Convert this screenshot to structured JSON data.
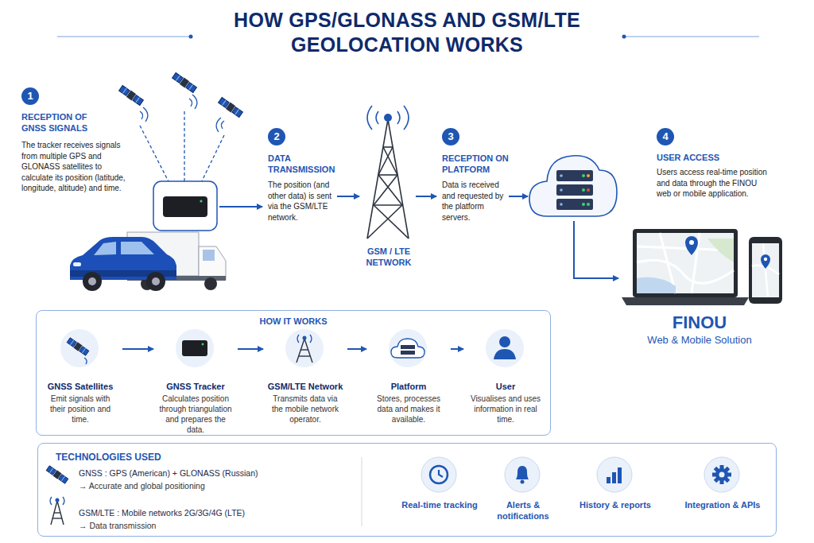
{
  "diagram": {
    "title": "HOW GPS/GLONASS AND GSM/LTE GEOLOCATION WORKS",
    "nodes": [
      {
        "text": [
          "1"
        ]
      },
      {
        "text": [
          "2"
        ]
      },
      {
        "text": [
          "3"
        ]
      },
      {
        "text": [
          "4"
        ]
      },
      {
        "text": [
          "HOW IT WORKS"
        ]
      },
      {
        "text": [
          "GNSS Satellites",
          "Emit signals with their position and time."
        ],
        "in": 4
      },
      {
        "text": [
          "GNSS Tracker",
          "Calculates position through triangulation and prepares the data."
        ],
        "in": 4
      },
      {
        "text": [
          "GSM/LTE Network",
          "Transmits data via the mobile network operator."
        ],
        "in": 4
      },
      {
        "text": [
          "Platform",
          "Stores, processes data and makes it available."
        ],
        "in": 4
      },
      {
        "text": [
          "User",
          "Visualises and uses information in real time."
        ],
        "in": 4
      },
      {
        "text": [
          "TECHNOLOGIES USED",
          "GNSS : GPS (American) + GLONASS (Russian)",
          "→ Accurate and global positioning",
          "GSM/LTE : Mobile networks 2G/3G/4G (LTE)",
          "→ Data transmission"
        ]
      },
      {
        "text": [
          "Real-time tracking"
        ],
        "in": 10
      },
      {
        "text": [
          "Alerts & notifications"
        ],
        "in": 10
      },
      {
        "text": [
          "History & reports"
        ],
        "in": 10
      },
      {
        "text": [
          "Integration & APIs"
        ],
        "in": 10
      }
    ],
    "edges": [
      {
        "from": 5,
        "to": 6,
        "arrow": "to"
      },
      {
        "from": 6,
        "to": 7,
        "arrow": "to"
      },
      {
        "from": 7,
        "to": 8,
        "arrow": "to"
      },
      {
        "from": 8,
        "to": 9,
        "arrow": "to"
      }
    ],
    "labels": [
      "RECEPTION OF GNSS SIGNALS",
      "The tracker receives signals from multiple GPS and GLONASS satellites to calculate its position (latitude, longitude, altitude) and time.",
      "DATA TRANSMISSION",
      "The position (and other data) is sent via the GSM/LTE network.",
      "GSM / LTE NETWORK",
      "RECEPTION ON PLATFORM",
      "Data is received and requested by the platform servers.",
      "USER ACCESS",
      "Users access real-time position and data through the FINOU web or mobile application.",
      "FINOU",
      "Web & Mobile Solution"
    ]
  }
}
